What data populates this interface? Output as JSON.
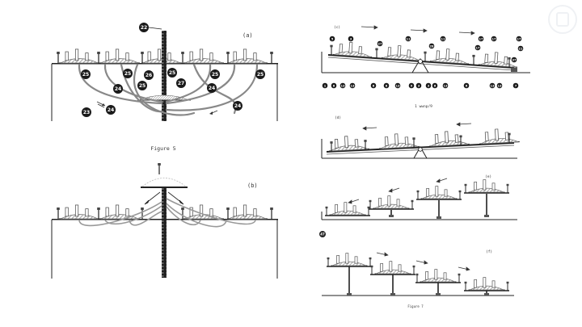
{
  "figure5": {
    "caption": "Figure 5",
    "panel_a": {
      "label": "(a)",
      "callouts": [
        "22",
        "25",
        "25",
        "25",
        "25",
        "25",
        "25",
        "26",
        "27",
        "24",
        "24",
        "24",
        "24",
        "23",
        "24"
      ]
    },
    "panel_b": {
      "label": "(b)"
    }
  },
  "figure_right": {
    "caption": "Figure 7",
    "panel_c": {
      "label": "(c)",
      "sub_caption": "1 wwnp/9",
      "top_callouts": [
        "5",
        "3",
        "27",
        "11",
        "11",
        "28",
        "17",
        "17",
        "17",
        "17",
        "21",
        "37"
      ],
      "bottom_callouts": [
        "1",
        "8",
        "13",
        "13",
        "8",
        "8",
        "13",
        "9",
        "3",
        "3",
        "6",
        "13",
        "6",
        "13",
        "13",
        "7"
      ]
    },
    "panel_d": {
      "label": "(d)"
    },
    "panel_e": {
      "label": "(e)",
      "callout": "47"
    },
    "panel_f": {
      "label": "(f)"
    }
  }
}
